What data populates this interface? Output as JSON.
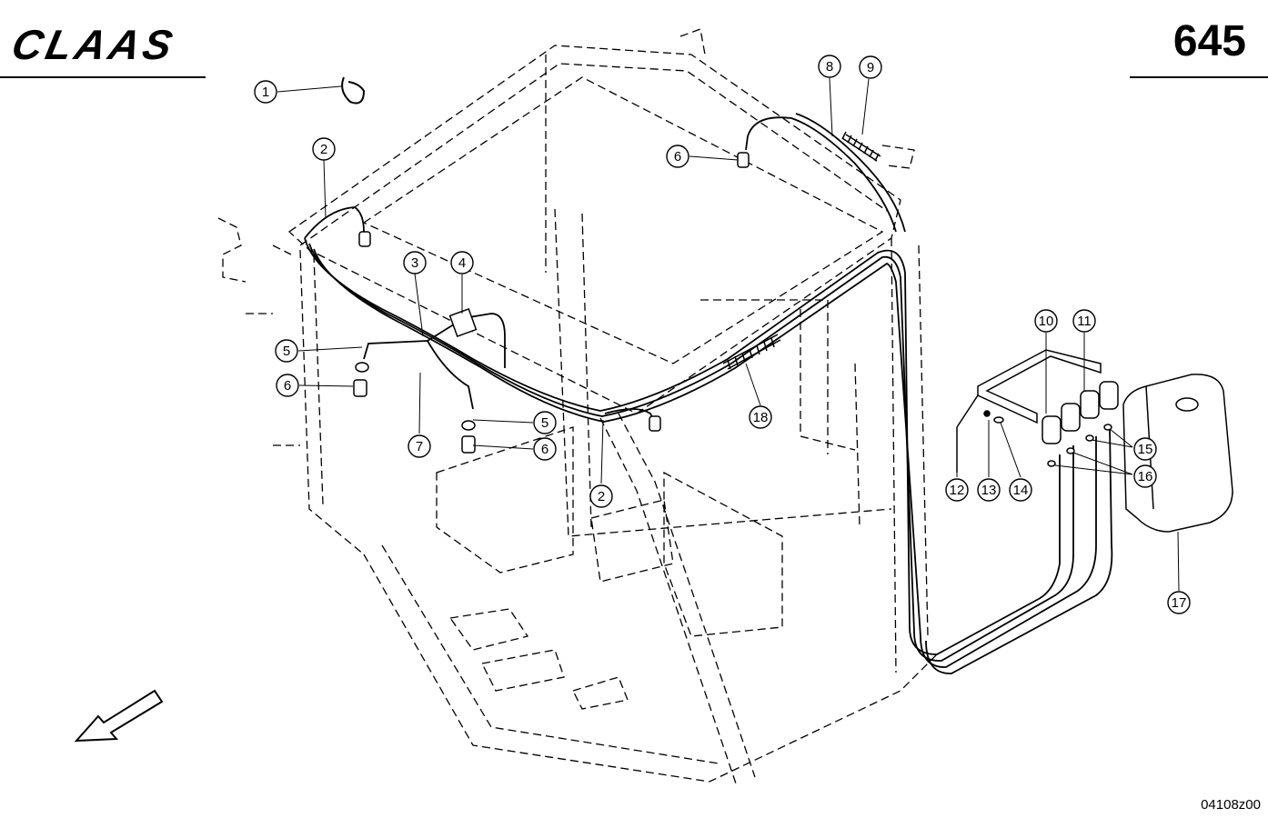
{
  "header": {
    "brand": "CLAAS",
    "page_number": "645"
  },
  "footer": {
    "drawing_code": "04108z00"
  },
  "callouts": [
    {
      "id": "c1",
      "label": "1"
    },
    {
      "id": "c2a",
      "label": "2"
    },
    {
      "id": "c2b",
      "label": "2"
    },
    {
      "id": "c3",
      "label": "3"
    },
    {
      "id": "c4",
      "label": "4"
    },
    {
      "id": "c5a",
      "label": "5"
    },
    {
      "id": "c5b",
      "label": "5"
    },
    {
      "id": "c6a",
      "label": "6"
    },
    {
      "id": "c6b",
      "label": "6"
    },
    {
      "id": "c6c",
      "label": "6"
    },
    {
      "id": "c7",
      "label": "7"
    },
    {
      "id": "c8",
      "label": "8"
    },
    {
      "id": "c9",
      "label": "9"
    },
    {
      "id": "c10",
      "label": "10"
    },
    {
      "id": "c11",
      "label": "11"
    },
    {
      "id": "c12",
      "label": "12"
    },
    {
      "id": "c13",
      "label": "13"
    },
    {
      "id": "c14",
      "label": "14"
    },
    {
      "id": "c15",
      "label": "15"
    },
    {
      "id": "c16",
      "label": "16"
    },
    {
      "id": "c17",
      "label": "17"
    },
    {
      "id": "c18",
      "label": "18"
    }
  ]
}
